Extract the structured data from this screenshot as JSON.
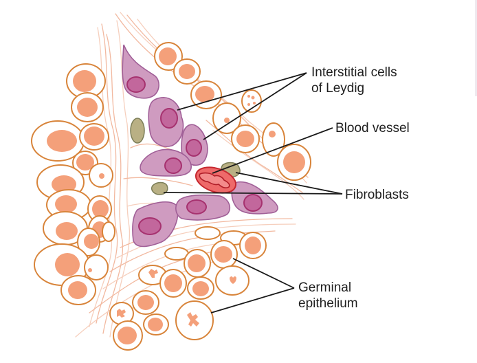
{
  "figure": {
    "type": "histology-diagram",
    "subject": "Testis interstitial tissue between seminiferous tubules"
  },
  "colors": {
    "germ_cell_wall": "#d8843a",
    "germ_cell_nucleus": "#f4a07a",
    "leydig_cytoplasm": "#cf9bc0",
    "leydig_nucleus": "#c2679c",
    "fibroblast": "#b9b084",
    "blood_vessel": "#ee6a6a",
    "connective_fibers": "#f2b9a0",
    "leader_line": "#1a1a1a"
  },
  "labels": {
    "leydig": {
      "line1": "Interstitial cells",
      "line2": "of Leydig"
    },
    "blood_vessel": {
      "text": "Blood vessel"
    },
    "fibroblasts": {
      "text": "Fibroblasts"
    },
    "germinal": {
      "line1": "Germinal",
      "line2": "epithelium"
    }
  }
}
